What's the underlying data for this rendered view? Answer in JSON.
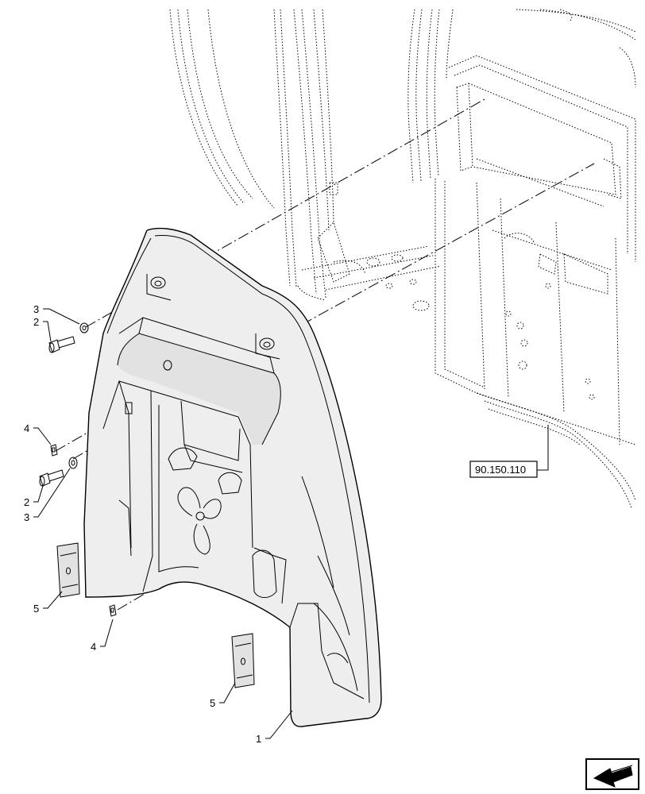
{
  "reference_box": {
    "text": "90.150.110"
  },
  "callouts": [
    {
      "id": "callout-1",
      "text": "1"
    },
    {
      "id": "callout-2-upper",
      "text": "2"
    },
    {
      "id": "callout-3-upper",
      "text": "3"
    },
    {
      "id": "callout-2-lower",
      "text": "2"
    },
    {
      "id": "callout-3-lower",
      "text": "3"
    },
    {
      "id": "callout-4-upper",
      "text": "4"
    },
    {
      "id": "callout-4-lower",
      "text": "4"
    },
    {
      "id": "callout-5-left",
      "text": "5"
    },
    {
      "id": "callout-5-lower",
      "text": "5"
    }
  ],
  "nav_icon": "arrow-left-icon",
  "colors": {
    "line": "#000000",
    "background": "#ffffff",
    "shade": "#eeeeee"
  }
}
